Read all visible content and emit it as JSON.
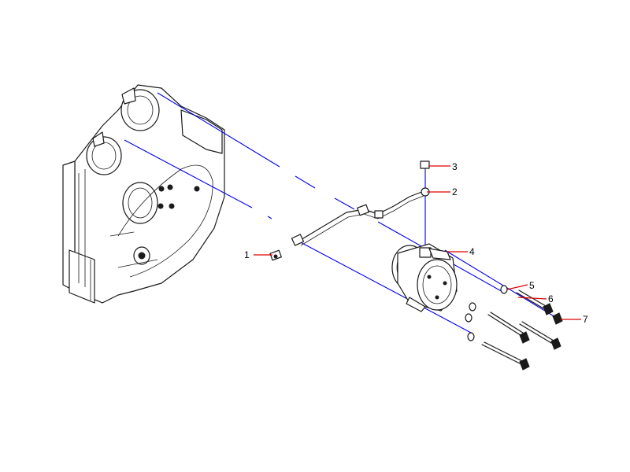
{
  "diagram": {
    "callouts": [
      {
        "id": "c1",
        "label": "1"
      },
      {
        "id": "c2",
        "label": "2"
      },
      {
        "id": "c3",
        "label": "3"
      },
      {
        "id": "c4",
        "label": "4"
      },
      {
        "id": "c5",
        "label": "5"
      },
      {
        "id": "c6",
        "label": "6"
      },
      {
        "id": "c7",
        "label": "7"
      }
    ],
    "colors": {
      "assembly_axis": "#0000ee",
      "leader_line": "#e00000",
      "outline": "#1a1a1a",
      "background": "#ffffff"
    }
  }
}
